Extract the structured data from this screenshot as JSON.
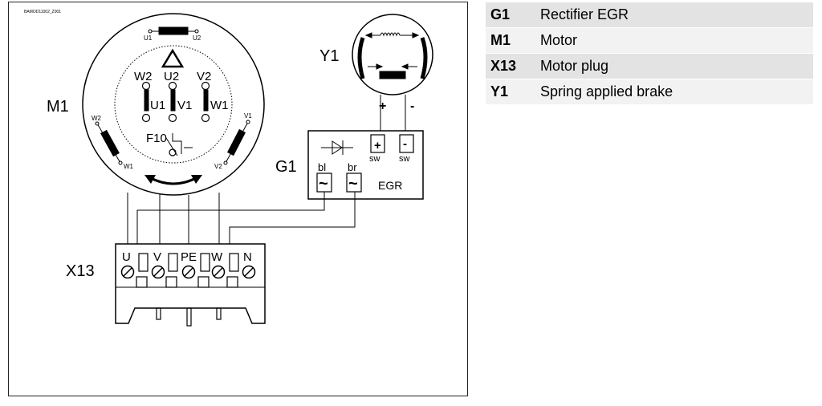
{
  "figure": {
    "doc_id": "BAMOD11002_Z001"
  },
  "motor": {
    "label": "M1",
    "top_terminals": [
      "U1",
      "U2"
    ],
    "delta_top": [
      "W2",
      "U2",
      "V2"
    ],
    "delta_bottom": [
      "U1",
      "V1",
      "W1"
    ],
    "left_winding": [
      "W2",
      "W1"
    ],
    "right_winding": [
      "V1",
      "V2"
    ],
    "thermal_label": "F10"
  },
  "brake": {
    "label": "Y1",
    "plus": "+",
    "minus": "-"
  },
  "rectifier": {
    "label": "G1",
    "name": "EGR",
    "in1": "bl",
    "in2": "br",
    "ac_symbol": "~",
    "sw_label": "sw",
    "plus": "+",
    "minus": "-"
  },
  "plug": {
    "label": "X13",
    "pins": [
      "U",
      "V",
      "PE",
      "W",
      "N"
    ]
  },
  "legend": [
    {
      "code": "G1",
      "desc": "Rectifier EGR"
    },
    {
      "code": "M1",
      "desc": "Motor"
    },
    {
      "code": "X13",
      "desc": "Motor plug"
    },
    {
      "code": "Y1",
      "desc": "Spring applied brake"
    }
  ],
  "colors": {
    "line": "#000000",
    "legend_row_dark": "#e3e3e3",
    "legend_row_light": "#f2f2f2"
  }
}
